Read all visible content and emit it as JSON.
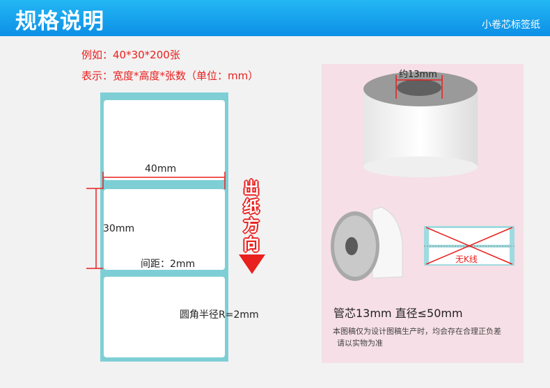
{
  "header": {
    "title": "规格说明",
    "subtitle": "小卷芯标签纸"
  },
  "spec": {
    "example": "例如：40*30*200张",
    "legend": "表示：宽度*高度*张数（单位：mm）"
  },
  "diagram": {
    "width_label": "40mm",
    "height_label": "30mm",
    "gap_label": "间距：2mm",
    "radius_label": "圆角半径R=2mm",
    "direction_label": "出纸方向"
  },
  "roll": {
    "core_label": "约13mm",
    "no_k_line_label": "无K线",
    "spec_line": "管芯13mm  直径≤50mm",
    "note_line1": "本图稿仅为设计图稿生产时，均会存在合理正负差",
    "note_line2": "请以实物为准"
  },
  "colors": {
    "header": "#0d8fe6",
    "accent_red": "#e8201e",
    "liner": "#7ecfd5",
    "panel": "#f6dfe6"
  }
}
